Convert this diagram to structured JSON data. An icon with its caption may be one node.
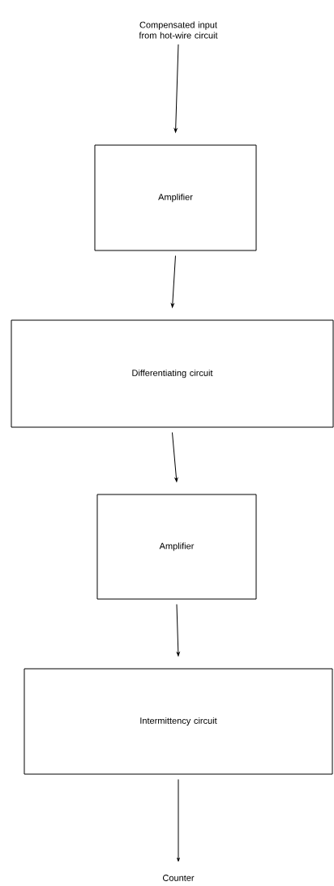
{
  "diagram": {
    "nodes": [
      {
        "text": [
          "Compensated input from hot-wire circuit"
        ]
      },
      {
        "text": [
          "Amplifier"
        ]
      },
      {
        "text": [
          "Differentiating circuit"
        ]
      },
      {
        "text": [
          "Amplifier"
        ]
      },
      {
        "text": [
          "Intermittency circuit"
        ]
      },
      {
        "text": [
          "Counter"
        ]
      }
    ],
    "edges": [
      {
        "from": 0,
        "to": 1,
        "arrow": "to"
      },
      {
        "from": 1,
        "to": 2,
        "arrow": "to"
      },
      {
        "from": 2,
        "to": 3,
        "arrow": "to"
      },
      {
        "from": 3,
        "to": 4,
        "arrow": "to"
      },
      {
        "from": 4,
        "to": 5,
        "arrow": "to"
      }
    ]
  }
}
